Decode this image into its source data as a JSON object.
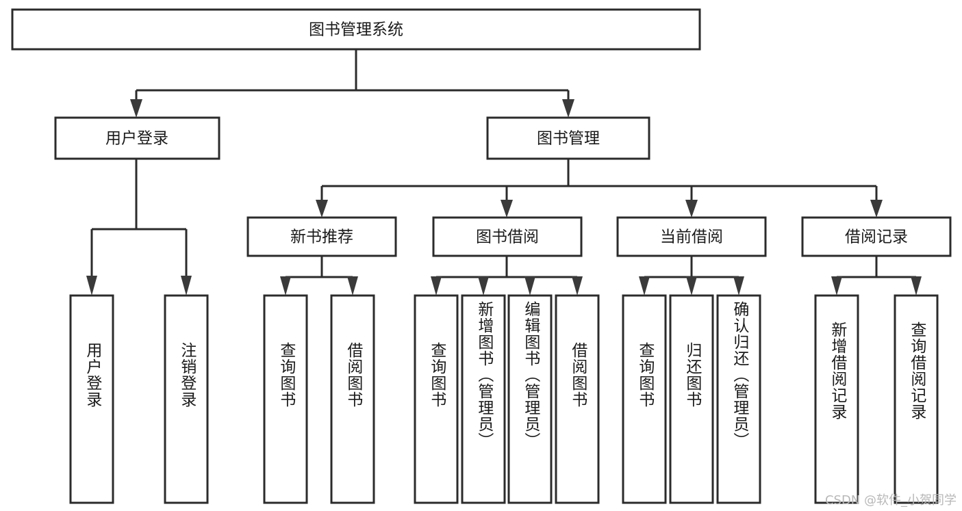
{
  "diagram": {
    "title": "图书管理系统",
    "type": "hierarchy-tree",
    "watermark": "CSDN @软件_小贺同学",
    "colors": {
      "box_stroke": "#2b2b2b",
      "box_fill": "#ffffff",
      "connector": "#2b2b2b",
      "text": "#1a1a1a",
      "watermark": "#b8b8b8"
    },
    "root": {
      "label": "图书管理系统"
    },
    "level2": [
      {
        "label": "用户登录"
      },
      {
        "label": "图书管理"
      }
    ],
    "level3": [
      {
        "label": "新书推荐"
      },
      {
        "label": "图书借阅"
      },
      {
        "label": "当前借阅"
      },
      {
        "label": "借阅记录"
      }
    ],
    "leaves": {
      "user_login": [
        {
          "label": "用户登录"
        },
        {
          "label": "注销登录"
        }
      ],
      "new_book_recommend": [
        {
          "label": "查询图书"
        },
        {
          "label": "借阅图书"
        }
      ],
      "book_borrow": [
        {
          "label": "查询图书"
        },
        {
          "label": "新增图书（管理员）"
        },
        {
          "label": "编辑图书（管理员）"
        },
        {
          "label": "借阅图书"
        }
      ],
      "current_borrow": [
        {
          "label": "查询图书"
        },
        {
          "label": "归还图书"
        },
        {
          "label": "确认归还（管理员）"
        }
      ],
      "borrow_record": [
        {
          "label": "新增借阅记录"
        },
        {
          "label": "查询借阅记录"
        }
      ]
    }
  }
}
